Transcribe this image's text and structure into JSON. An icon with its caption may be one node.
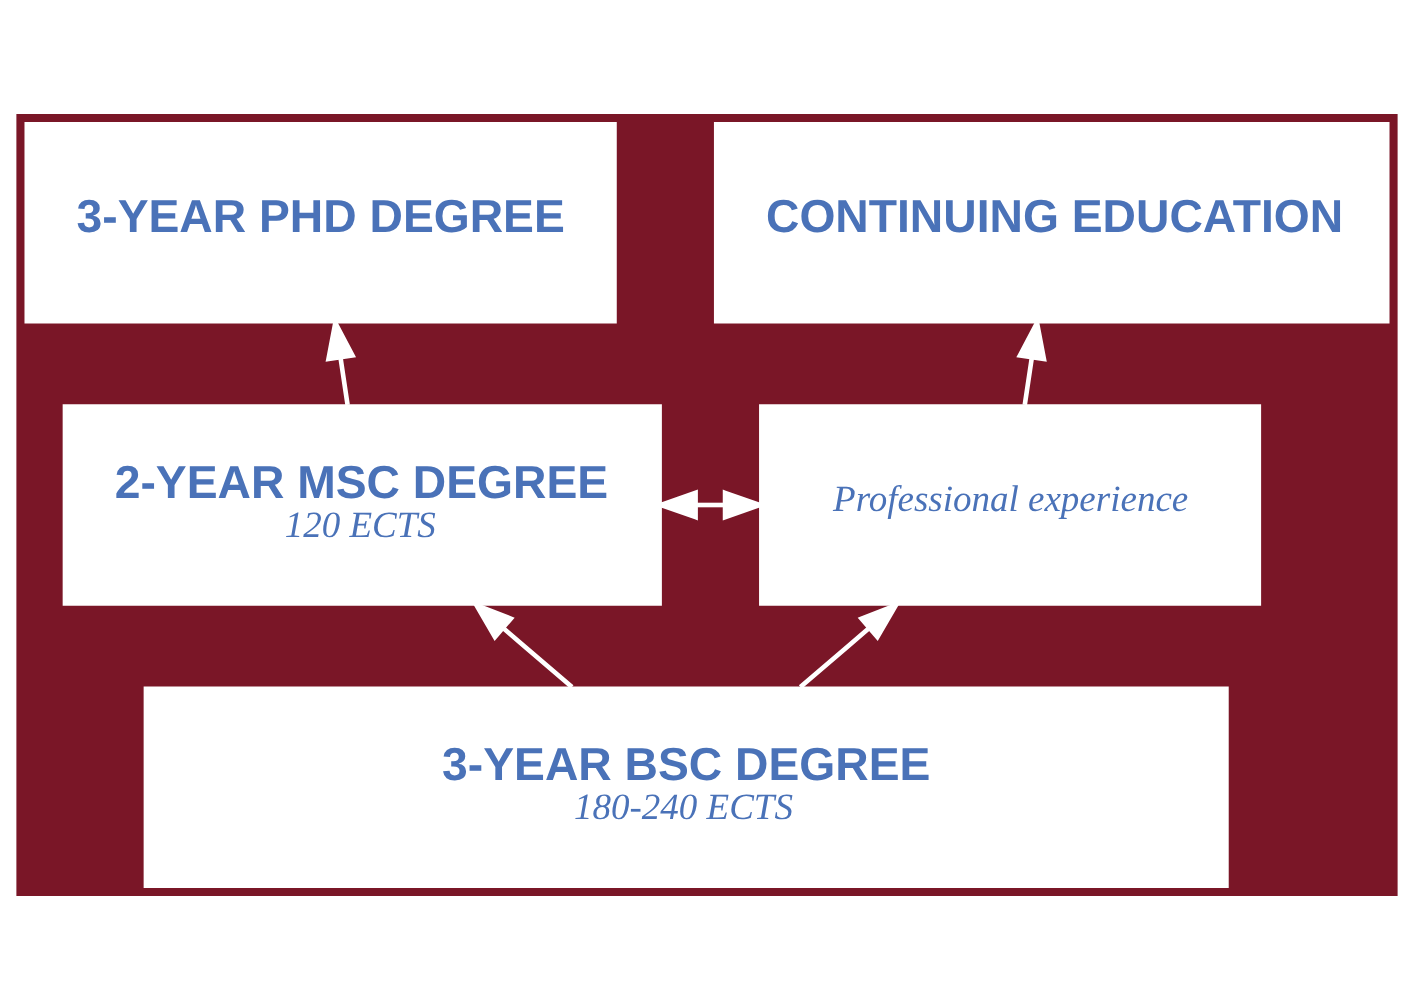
{
  "diagram": {
    "nodes": [
      {
        "text": [
          "3-YEAR PHD DEGREE"
        ]
      },
      {
        "text": [
          "CONTINUING EDUCATION"
        ]
      },
      {
        "text": [
          "2-YEAR MSC DEGREE",
          "120 ECTS"
        ]
      },
      {
        "text": [
          "Professional experience"
        ]
      },
      {
        "text": [
          "3-YEAR BSC DEGREE",
          "180-240 ECTS"
        ]
      }
    ],
    "edges": [
      {
        "from": 4,
        "to": 2,
        "arrow": "to"
      },
      {
        "from": 4,
        "to": 3,
        "arrow": "to"
      },
      {
        "from": 2,
        "to": 0,
        "arrow": "to"
      },
      {
        "from": 3,
        "to": 1,
        "arrow": "to"
      },
      {
        "from": 2,
        "to": 3,
        "arrow": "both"
      }
    ]
  }
}
